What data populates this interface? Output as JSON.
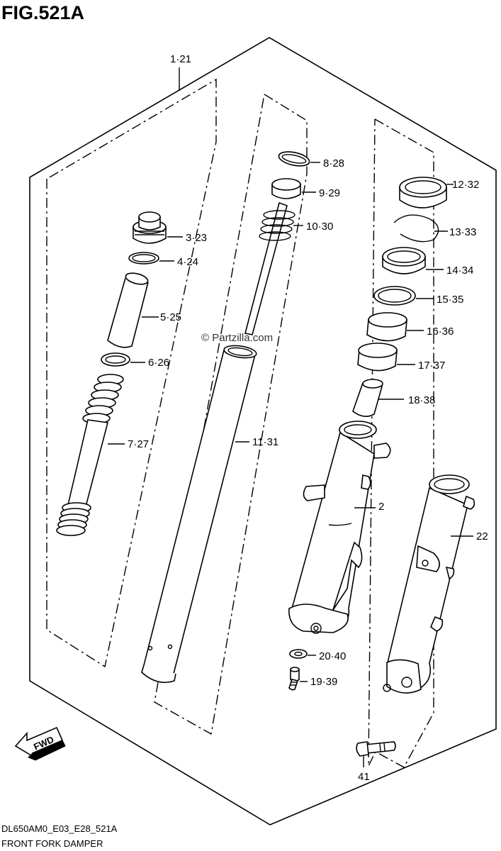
{
  "figure": {
    "title": "FIG.521A",
    "code": "DL650AM0_E03_E28_521A",
    "name": "FRONT FORK DAMPER",
    "watermark": "© Partzilla.com",
    "direction_label": "FWD"
  },
  "callouts": {
    "c1": "1·21",
    "c2": "2",
    "c3": "3·23",
    "c4": "4·24",
    "c5": "5·25",
    "c6": "6·26",
    "c7": "7·27",
    "c8": "8·28",
    "c9": "9·29",
    "c10": "10·30",
    "c11": "11·31",
    "c12": "12·32",
    "c13": "13·33",
    "c14": "14·34",
    "c15": "15·35",
    "c16": "16·36",
    "c17": "17·37",
    "c18": "18·38",
    "c19": "19·39",
    "c20": "20·40",
    "c22": "22",
    "c41": "41"
  }
}
